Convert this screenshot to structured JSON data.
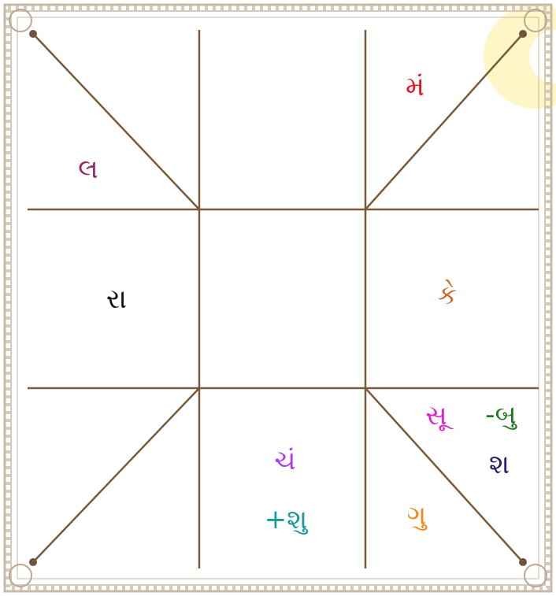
{
  "chart": {
    "line_color": "#7a5a3a",
    "frame_color": "#c8b8a6",
    "moon_color": "#fff6c8"
  },
  "planets": [
    {
      "id": "ma",
      "text": "મં",
      "color": "#e8141c"
    },
    {
      "id": "la",
      "text": "લ",
      "color": "#9c2a6a"
    },
    {
      "id": "ra",
      "text": "રા",
      "color": "#111111"
    },
    {
      "id": "ke",
      "text": "કે",
      "color": "#cf6a2b"
    },
    {
      "id": "su",
      "text": "સૂ",
      "color": "#e020c8"
    },
    {
      "id": "bu",
      "text": "-બુ",
      "color": "#1e7a1e"
    },
    {
      "id": "sha",
      "text": "શ",
      "color": "#2a1f6a"
    },
    {
      "id": "cha",
      "text": "ચં",
      "color": "#b23ae8"
    },
    {
      "id": "shu",
      "text": "+શુ",
      "color": "#1a9a9a"
    },
    {
      "id": "gu",
      "text": "ગુ",
      "color": "#f08a1a"
    }
  ]
}
